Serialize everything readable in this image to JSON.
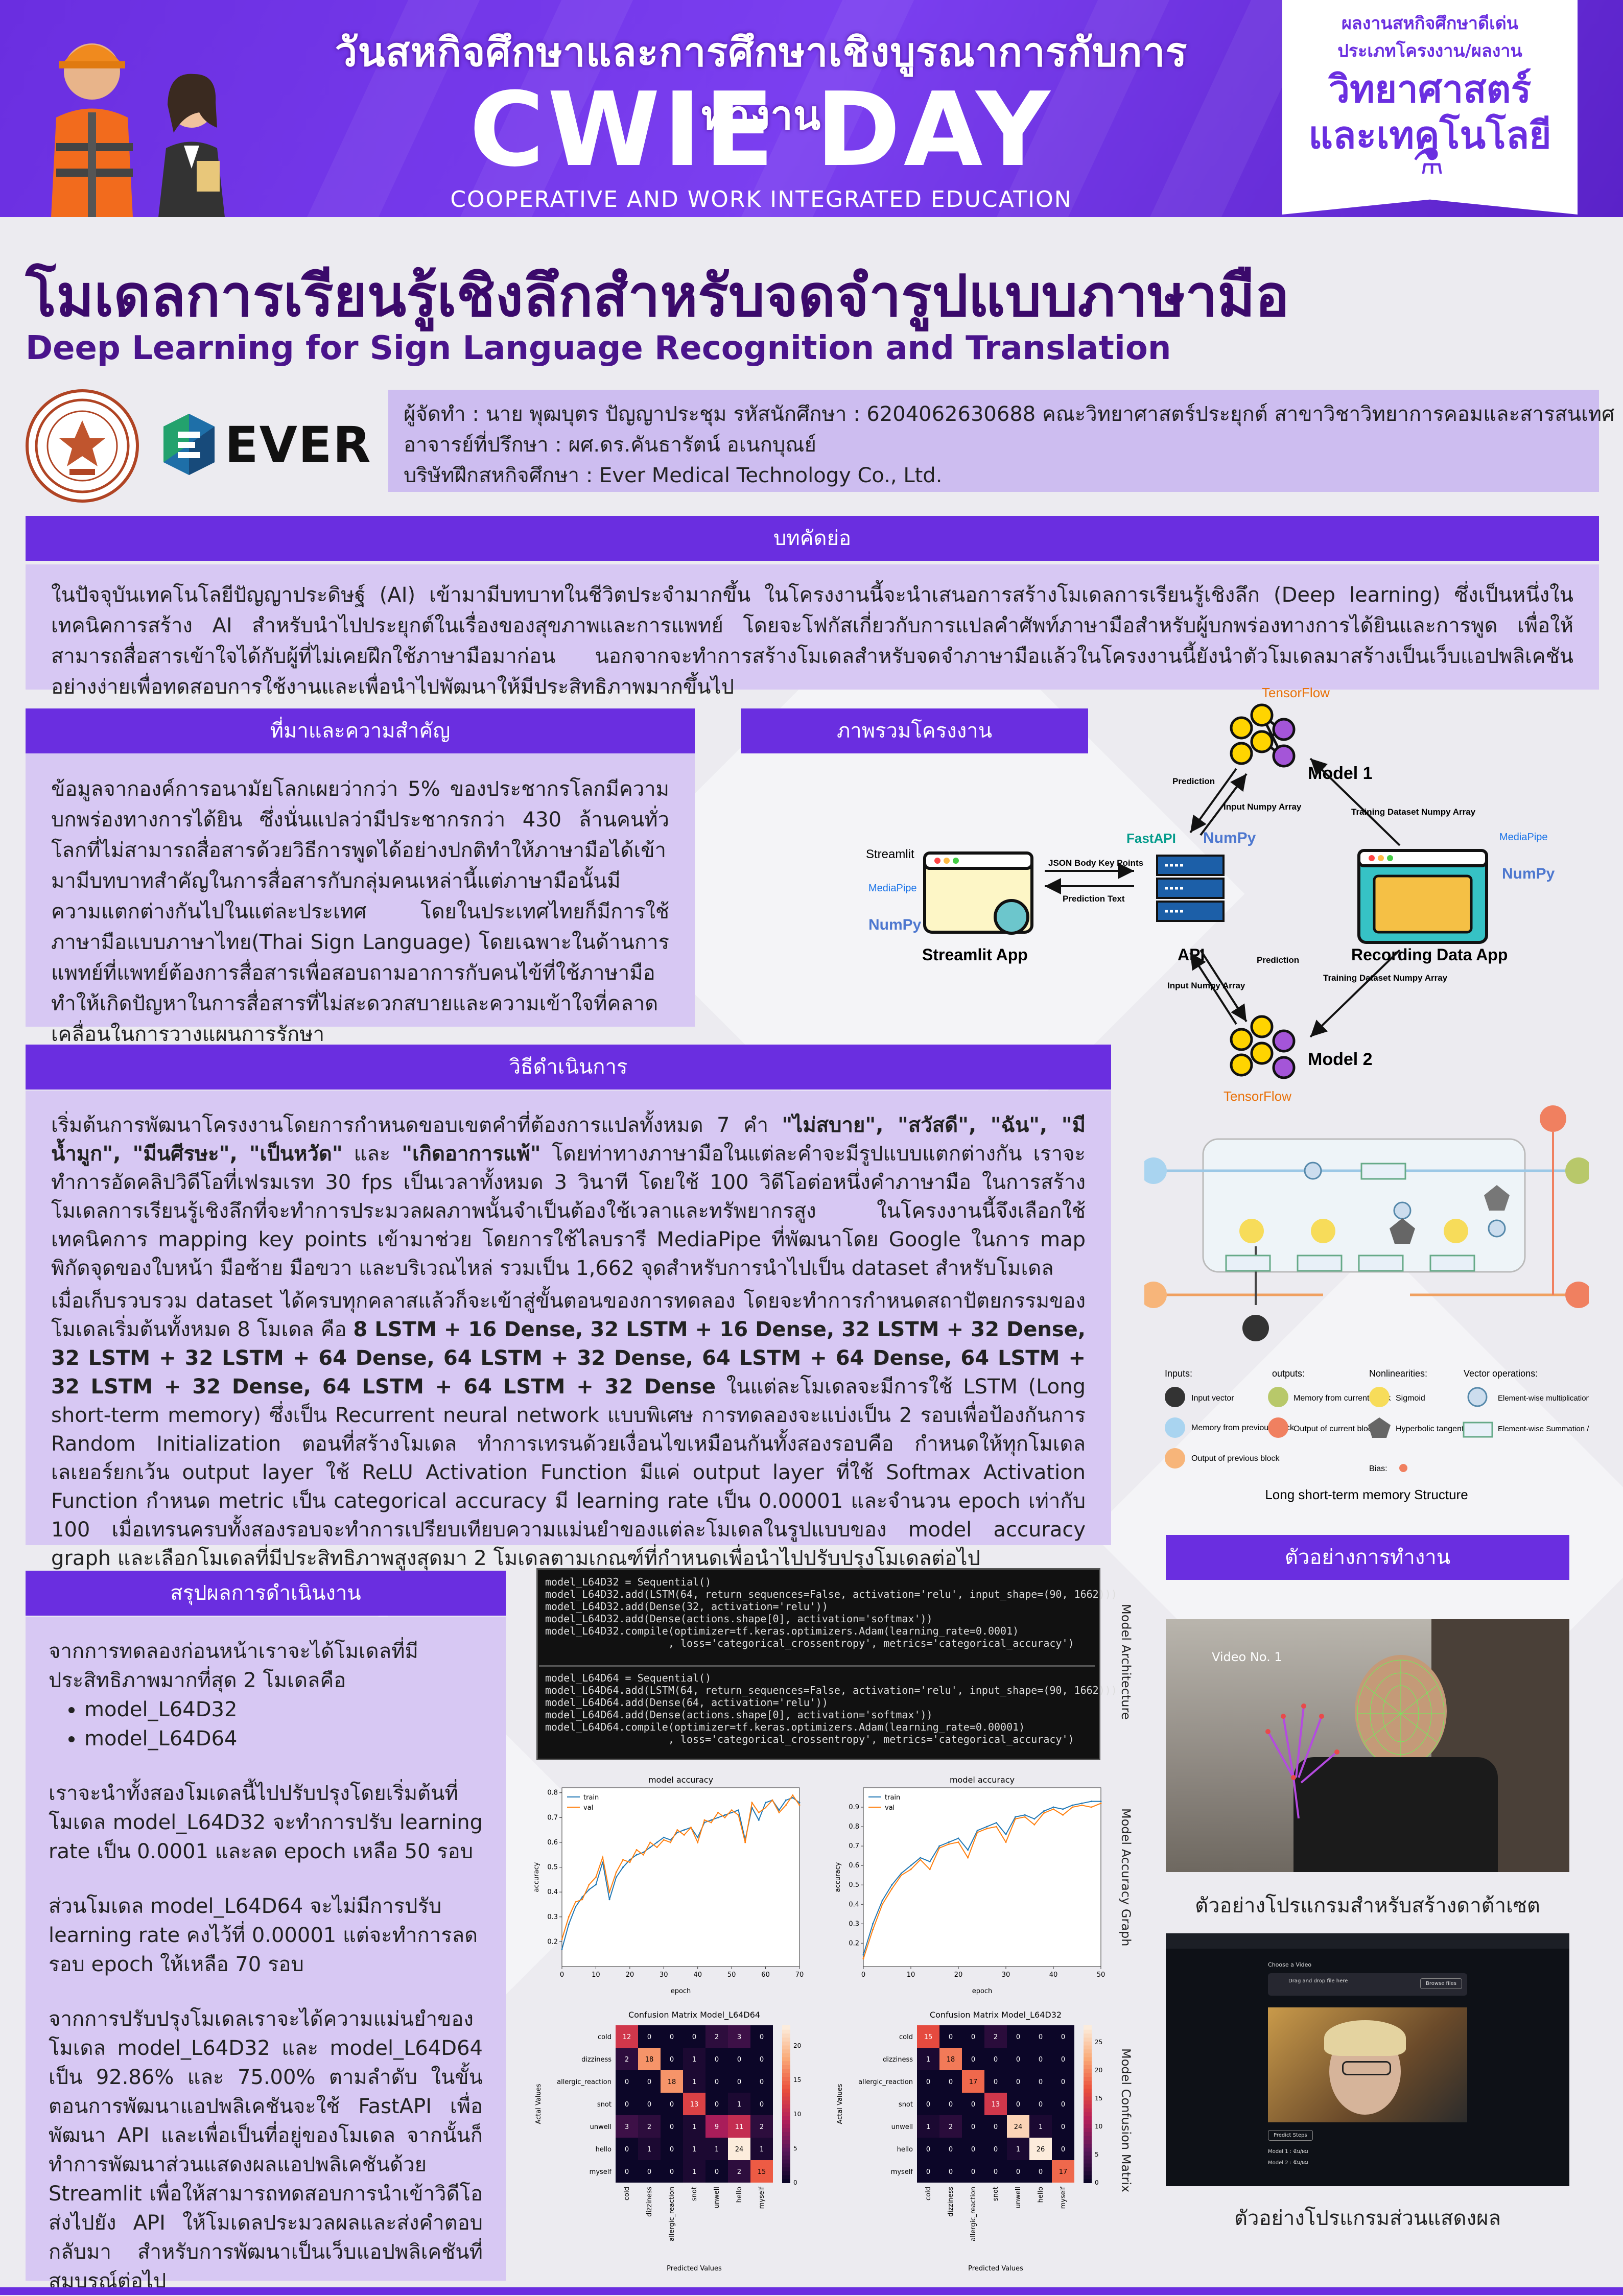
{
  "header": {
    "thai_title": "วันสหกิจศึกษาและการศึกษาเชิงบูรณาการกับการทำงาน",
    "main_title": "CWIE DAY",
    "subtitle": "COOPERATIVE AND WORK INTEGRATED EDUCATION",
    "badge_line1": "ผลงานสหกิจศึกษาดีเด่น",
    "badge_line2": "ประเภทโครงงาน/ผลงาน",
    "badge_line3": "วิทยาศาสตร์",
    "badge_line4": "และเทคโนโลยี"
  },
  "project": {
    "title_th": "โมเดลการเรียนรู้เชิงลึกสำหรับจดจำรูปแบบภาษามือ",
    "title_en": "Deep Learning for Sign Language Recognition and Translation",
    "company_logo_text": "EVER",
    "info_line1": "ผู้จัดทำ : นาย พุฒบุตร ปัญญาประชุม    รหัสนักศึกษา : 6204062630688    คณะวิทยาศาสตร์ประยุกต์ สาขาวิชาวิทยาการคอมและสารสนเทศ",
    "info_line2": "อาจารย์ที่ปรึกษา : ผศ.ดร.คันธารัตน์ อเนกบุณย์",
    "info_line3": "บริษัทฝึกสหกิจศึกษา : Ever Medical Technology Co., Ltd."
  },
  "abstract": {
    "heading": "บทคัดย่อ",
    "text": "ในปัจจุบันเทคโนโลยีปัญญาประดิษฐ์ (AI) เข้ามามีบทบาทในชีวิตประจำมากขึ้น ในโครงงานนี้จะนำเสนอการสร้างโมเดลการเรียนรู้เชิงลึก (Deep learning) ซึ่งเป็นหนึ่งในเทคนิคการสร้าง AI สำหรับนำไปประยุกต์ในเรื่องของสุขภาพและการแพทย์ โดยจะโฟกัสเกี่ยวกับการแปลคำศัพท์ภาษามือสำหรับผู้บกพร่องทางการได้ยินและการพูด เพื่อให้สามารถสื่อสารเข้าใจได้กับผู้ที่ไม่เคยฝึกใช้ภาษามือมาก่อน นอกจากจะทำการสร้างโมเดลสำหรับจดจำภาษามือแล้วในโครงงานนี้ยังนำตัวโมเดลมาสร้างเป็นเว็บแอปพลิเคชันอย่างง่ายเพื่อทดสอบการใช้งานและเพื่อนำไปพัฒนาให้มีประสิทธิภาพมากขึ้นไป"
  },
  "background": {
    "heading": "ที่มาและความสำคัญ",
    "text": "ข้อมูลจากองค์การอนามัยโลกเผยว่ากว่า 5% ของประชากรโลกมีความบกพร่องทางการได้ยิน ซึ่งนั่นแปลว่ามีประชากรกว่า 430 ล้านคนทั่วโลกที่ไม่สามารถสื่อสารด้วยวิธีการพูดได้อย่างปกติทำให้ภาษามือได้เข้ามามีบทบาทสำคัญในการสื่อสารกับกลุ่มคนเหล่านี้แต่ภาษามือนั้นมีความแตกต่างกันไปในแต่ละประเทศ โดยในประเทศไทยก็มีการใช้ภาษามือแบบภาษาไทย(Thai Sign Language) โดยเฉพาะในด้านการแพทย์ที่แพทย์ต้องการสื่อสารเพื่อสอบถามอาการกับคนไข้ที่ใช้ภาษามือทำให้เกิดปัญหาในการสื่อสารที่ไม่สะดวกสบายและความเข้าใจที่คลาดเคลื่อนในการวางแผนการรักษา"
  },
  "overview": {
    "heading": "ภาพรวมโครงงาน",
    "model1": "Model 1",
    "model2": "Model 2",
    "tensorflow": "TensorFlow",
    "streamlit": "Streamlit",
    "mediapipe": "MediaPipe",
    "numpy": "NumPy",
    "fastapi": "FastAPI",
    "streamlit_app": "Streamlit App",
    "api": "API",
    "recording_app": "Recording Data App",
    "json_body": "JSON Body Key Points",
    "prediction_text": "Prediction Text",
    "prediction": "Prediction",
    "input_numpy": "Input Numpy Array",
    "training_numpy": "Training Dataset Numpy Array"
  },
  "method": {
    "heading": "วิธีดำเนินการ",
    "para1_a": "เริ่มต้นการพัฒนาโครงงานโดยการกำหนดขอบเขตคำที่ต้องการแปลทั้งหมด 7 คำ ",
    "para1_words": "\"ไม่สบาย\", \"สวัสดี\", \"ฉัน\", \"มีน้ำมูก\", \"มีนศีรษะ\", \"เป็นหวัด\"",
    "para1_and": " และ ",
    "para1_word7": "\"เกิดอาการแพ้\"",
    "para1_b": " โดยท่าทางภาษามือในแต่ละคำจะมีรูปแบบแตกต่างกัน เราจะทำการอัดคลิปวิดีโอที่เฟรมเรท 30 fps เป็นเวลาทั้งหมด 3 วินาที โดยใช้ 100 วิดีโอต่อหนึ่งคำภาษามือ ในการสร้างโมเดลการเรียนรู้เชิงลึกที่จะทำการประมวลผลภาพนั้นจำเป็นต้องใช้เวลาและทรัพยากรสูง ในโครงงานนี้จึงเลือกใช้เทคนิคการ mapping key points เข้ามาช่วย โดยการใช้ไลบรารี MediaPipe ที่พัฒนาโดย Google ในการ map พิกัดจุดของใบหน้า มือซ้าย มือขวา และบริเวณไหล่ รวมเป็น 1,662 จุดสำหรับการนำไปเป็น dataset สำหรับโมเดล",
    "para2_a": "เมื่อเก็บรวบรวม dataset ได้ครบทุกคลาสแล้วก็จะเข้าสู่ขั้นตอนของการทดลอง โดยจะทำการกำหนดสถาปัตยกรรมของโมเดลเริ่มต้นทั้งหมด 8 โมเดล คือ ",
    "para2_models": "8 LSTM + 16 Dense, 32 LSTM + 16 Dense, 32 LSTM + 32 Dense, 32 LSTM + 32 LSTM + 64 Dense, 64 LSTM + 32 Dense, 64 LSTM + 64 Dense, 64 LSTM + 32 LSTM + 32 Dense, 64 LSTM + 64 LSTM + 32 Dense",
    "para2_b": " ในแต่ละโมเดลจะมีการใช้ LSTM (Long short-term memory) ซึ่งเป็น Recurrent neural network แบบพิเศษ การทดลองจะแบ่งเป็น 2 รอบเพื่อป้องกันการ Random Initialization ตอนที่สร้างโมเดล ทำการเทรนด้วยเงื่อนไขเหมือนกันทั้งสองรอบคือ กำหนดให้ทุกโมเดลเลเยอร์ยกเว้น output layer ใช้ ReLU Activation Function มีแค่ output layer ที่ใช้ Softmax Activation Function กำหนด metric เป็น categorical accuracy มี learning rate เป็น 0.00001 และจำนวน epoch เท่ากับ 100 เมื่อเทรนครบทั้งสองรอบจะทำการเปรียบเทียบความแม่นยำของแต่ละโมเดลในรูปแบบของ model accuracy graph และเลือกโมเดลที่มีประสิทธิภาพสูงสุดมา 2 โมเดลตามเกณฑ์ที่กำหนดเพื่อนำไปปรับปรุงโมเดลต่อไป"
  },
  "lstm": {
    "caption": "Long short-term memory Structure",
    "inputs": "Inputs:",
    "outputs": "outputs:",
    "nonlinearities": "Nonlinearities:",
    "vector_ops": "Vector operations:",
    "input_vector": "Input vector",
    "memory_prev": "Memory from previous block",
    "output_prev": "Output of previous block",
    "memory_current": "Memory from current block",
    "output_current": "Output of current block",
    "sigmoid": "Sigmoid",
    "hyperbolic": "Hyperbolic tangent",
    "bias": "Bias:",
    "mult": "Element-wise multiplication",
    "sum": "Element-wise Summation / Concatenation"
  },
  "results": {
    "heading": "สรุปผลการดำเนินงาน",
    "p1": "จากการทดลองก่อนหน้าเราจะได้โมเดลที่มีประสิทธิภาพมากที่สุด 2 โมเดลคือ",
    "model_a": "model_L64D32",
    "model_b": "model_L64D64",
    "p2": "เราจะนำทั้งสองโมเดลนี้ไปปรับปรุงโดยเริ่มต้นที่โมเดล model_L64D32 จะทำการปรับ learning rate เป็น 0.0001 และลด epoch เหลือ 50 รอบ",
    "p3": "ส่วนโมเดล model_L64D64 จะไม่มีการปรับ learning rate คงไว้ที่ 0.00001 แต่จะทำการลดรอบ epoch ให้เหลือ 70 รอบ",
    "p4": "จากการปรับปรุงโมเดลเราจะได้ความแม่นยำของโมเดล model_L64D32 และ model_L64D64 เป็น 92.86% และ 75.00% ตามลำดับ ในขั้นตอนการพัฒนาแอปพลิเคชันจะใช้ FastAPI เพื่อพัฒนา API และเพื่อเป็นที่อยู่ของโมเดล จากนั้นก็ทำการพัฒนาส่วนแสดงผลแอปพลิเคชันด้วย Streamlit เพื่อให้สามารถทดสอบการนำเข้าวิดีโอส่งไปยัง API ให้โมเดลประมวลผลและส่งคำตอบกลับมา สำหรับการพัฒนาเป็นเว็บแอปพลิเคชันที่สมบูรณ์ต่อไป"
  },
  "code": {
    "block1": "model_L64D32 = Sequential()\nmodel_L64D32.add(LSTM(64, return_sequences=False, activation='relu', input_shape=(90, 1662)))\nmodel_L64D32.add(Dense(32, activation='relu'))\nmodel_L64D32.add(Dense(actions.shape[0], activation='softmax'))\nmodel_L64D32.compile(optimizer=tf.keras.optimizers.Adam(learning_rate=0.0001)\n                    , loss='categorical_crossentropy', metrics='categorical_accuracy')",
    "block2": "model_L64D64 = Sequential()\nmodel_L64D64.add(LSTM(64, return_sequences=False, activation='relu', input_shape=(90, 1662)))\nmodel_L64D64.add(Dense(64, activation='relu'))\nmodel_L64D64.add(Dense(actions.shape[0], activation='softmax'))\nmodel_L64D64.compile(optimizer=tf.keras.optimizers.Adam(learning_rate=0.00001)\n                    , loss='categorical_crossentropy', metrics='categorical_accuracy')",
    "label_arch": "Model Architecture",
    "label_acc": "Model Accuracy Graph",
    "label_cm": "Model Confusion Matrix"
  },
  "chart_data": [
    {
      "type": "line",
      "title": "model accuracy",
      "xlabel": "epoch",
      "ylabel": "accuracy",
      "xlim": [
        0,
        70
      ],
      "ylim": [
        0.1,
        0.82
      ],
      "xticks": [
        0,
        10,
        20,
        30,
        40,
        50,
        60,
        70
      ],
      "yticks": [
        0.2,
        0.3,
        0.4,
        0.5,
        0.6,
        0.7,
        0.8
      ],
      "legend": "top-left",
      "x": [
        0,
        2,
        4,
        6,
        8,
        10,
        12,
        14,
        16,
        18,
        20,
        22,
        24,
        26,
        28,
        30,
        32,
        34,
        36,
        38,
        40,
        42,
        44,
        46,
        48,
        50,
        52,
        54,
        56,
        58,
        60,
        62,
        64,
        66,
        68,
        70
      ],
      "series": [
        {
          "name": "train",
          "color": "#1f77b4",
          "values": [
            0.17,
            0.27,
            0.34,
            0.38,
            0.41,
            0.43,
            0.52,
            0.37,
            0.46,
            0.5,
            0.53,
            0.55,
            0.56,
            0.58,
            0.6,
            0.62,
            0.61,
            0.64,
            0.65,
            0.66,
            0.62,
            0.68,
            0.69,
            0.7,
            0.71,
            0.72,
            0.73,
            0.61,
            0.74,
            0.69,
            0.76,
            0.77,
            0.73,
            0.77,
            0.78,
            0.76
          ]
        },
        {
          "name": "val",
          "color": "#ff7f0e",
          "values": [
            0.21,
            0.3,
            0.36,
            0.37,
            0.43,
            0.46,
            0.54,
            0.4,
            0.48,
            0.53,
            0.52,
            0.57,
            0.55,
            0.6,
            0.58,
            0.61,
            0.6,
            0.65,
            0.63,
            0.66,
            0.6,
            0.69,
            0.68,
            0.72,
            0.7,
            0.73,
            0.71,
            0.6,
            0.76,
            0.72,
            0.74,
            0.77,
            0.72,
            0.75,
            0.79,
            0.75
          ]
        }
      ]
    },
    {
      "type": "line",
      "title": "model accuracy",
      "xlabel": "epoch",
      "ylabel": "accuracy",
      "xlim": [
        0,
        50
      ],
      "ylim": [
        0.08,
        1.0
      ],
      "xticks": [
        0,
        10,
        20,
        30,
        40,
        50
      ],
      "yticks": [
        0.2,
        0.3,
        0.4,
        0.5,
        0.6,
        0.7,
        0.8,
        0.9
      ],
      "legend": "top-left",
      "x": [
        0,
        2,
        4,
        6,
        8,
        10,
        12,
        14,
        16,
        18,
        20,
        22,
        24,
        26,
        28,
        30,
        32,
        34,
        36,
        38,
        40,
        42,
        44,
        46,
        48,
        50
      ],
      "series": [
        {
          "name": "train",
          "color": "#1f77b4",
          "values": [
            0.14,
            0.3,
            0.42,
            0.5,
            0.56,
            0.6,
            0.64,
            0.62,
            0.7,
            0.72,
            0.74,
            0.68,
            0.78,
            0.8,
            0.82,
            0.76,
            0.85,
            0.86,
            0.84,
            0.88,
            0.9,
            0.89,
            0.91,
            0.92,
            0.93,
            0.93
          ]
        },
        {
          "name": "val",
          "color": "#ff7f0e",
          "values": [
            0.12,
            0.27,
            0.4,
            0.48,
            0.55,
            0.58,
            0.63,
            0.58,
            0.69,
            0.71,
            0.72,
            0.64,
            0.77,
            0.79,
            0.8,
            0.72,
            0.84,
            0.85,
            0.81,
            0.87,
            0.89,
            0.86,
            0.9,
            0.91,
            0.9,
            0.92
          ]
        }
      ]
    },
    {
      "type": "heatmap",
      "title": "Confusion Matrix Model_L64D64",
      "xlabel": "Predicted Values",
      "ylabel": "Actal Values",
      "labels": [
        "cold",
        "dizziness",
        "allergic_reaction",
        "snot",
        "unwell",
        "hello",
        "myself"
      ],
      "values": [
        [
          12,
          0,
          0,
          0,
          2,
          3,
          0
        ],
        [
          2,
          18,
          0,
          1,
          0,
          0,
          0
        ],
        [
          0,
          0,
          18,
          1,
          0,
          0,
          0
        ],
        [
          0,
          0,
          0,
          13,
          0,
          1,
          0
        ],
        [
          3,
          2,
          0,
          1,
          9,
          11,
          2
        ],
        [
          0,
          1,
          0,
          1,
          1,
          24,
          1
        ],
        [
          0,
          0,
          0,
          1,
          0,
          2,
          15
        ]
      ],
      "colorbar_ticks": [
        0,
        5,
        10,
        15,
        20
      ]
    },
    {
      "type": "heatmap",
      "title": "Confusion Matrix Model_L64D32",
      "xlabel": "Predicted Values",
      "ylabel": "Actal Values",
      "labels": [
        "cold",
        "dizziness",
        "allergic_reaction",
        "snot",
        "unwell",
        "hello",
        "myself"
      ],
      "values": [
        [
          15,
          0,
          0,
          2,
          0,
          0,
          0
        ],
        [
          1,
          18,
          0,
          0,
          0,
          0,
          0
        ],
        [
          0,
          0,
          17,
          0,
          0,
          0,
          0
        ],
        [
          0,
          0,
          0,
          13,
          0,
          0,
          0
        ],
        [
          1,
          2,
          0,
          0,
          24,
          1,
          0
        ],
        [
          0,
          0,
          0,
          0,
          1,
          26,
          0
        ],
        [
          0,
          0,
          0,
          0,
          0,
          0,
          17
        ]
      ],
      "colorbar_ticks": [
        0,
        5,
        10,
        15,
        20,
        25
      ]
    }
  ],
  "examples": {
    "heading": "ตัวอย่างการทำงาน",
    "caption1": "ตัวอย่างโปรแกรมสำหรับสร้างดาต้าเซต",
    "caption2": "ตัวอย่างโปรแกรมส่วนแสดงผล",
    "video_label": "Video No. 1",
    "upload_title": "Choose a Video",
    "upload_text": "Drag and drop file here",
    "browse": "Browse files",
    "predict": "Predict Steps",
    "result1": "Model 1 : ฉัน/ผม",
    "result2": "Model 2 : ฉัน/ผม"
  },
  "colors": {
    "brand_purple": "#6a2ee0",
    "panel_lilac": "#d7c8f3",
    "title_dark": "#3b0a6b"
  }
}
